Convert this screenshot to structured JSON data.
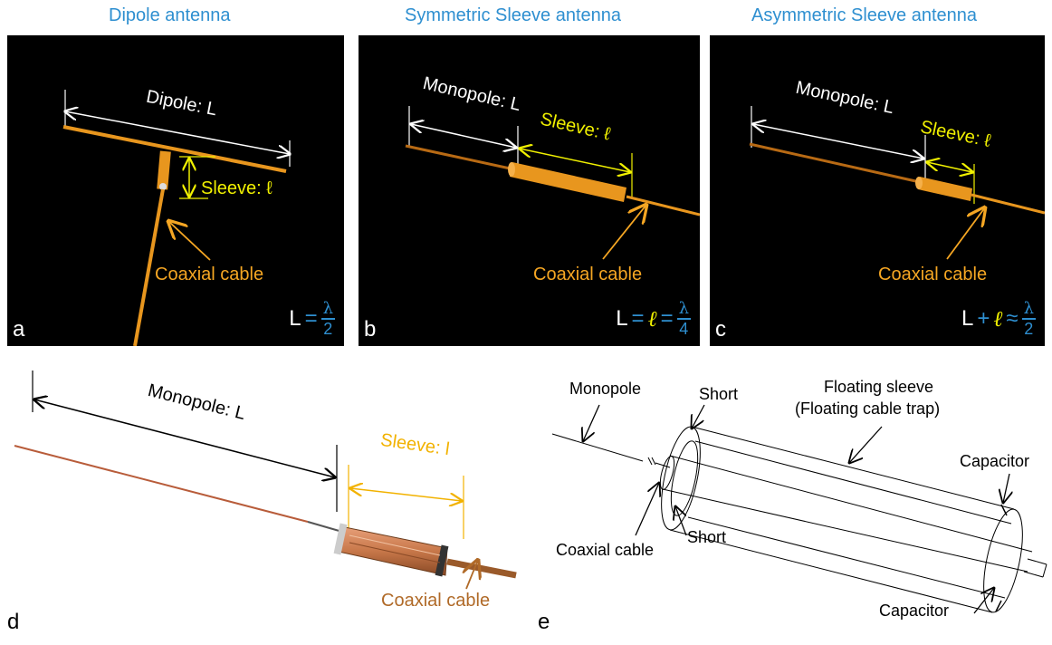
{
  "panels": {
    "a": {
      "title": "Dipole antenna",
      "letter": "a",
      "length_label": "Dipole: L",
      "sleeve_label": "Sleeve: ℓ",
      "cable_label": "Coaxial cable",
      "formula": {
        "lhs": "L",
        "op1": "=",
        "num": "λ",
        "den": "2"
      }
    },
    "b": {
      "title": "Symmetric Sleeve antenna",
      "letter": "b",
      "length_label": "Monopole: L",
      "sleeve_label": "Sleeve: ℓ",
      "cable_label": "Coaxial cable",
      "formula": {
        "lhs": "L",
        "op1": "=",
        "mid": "ℓ",
        "op2": "=",
        "num": "λ",
        "den": "4"
      }
    },
    "c": {
      "title": "Asymmetric Sleeve antenna",
      "letter": "c",
      "length_label": "Monopole: L",
      "sleeve_label": "Sleeve: ℓ",
      "cable_label": "Coaxial cable",
      "formula": {
        "lhs": "L",
        "op1": "+",
        "mid": "ℓ",
        "op2": "≈",
        "num": "λ",
        "den": "2"
      }
    },
    "d": {
      "letter": "d",
      "length_label": "Monopole: L",
      "sleeve_label": "Sleeve: l",
      "cable_label": "Coaxial cable"
    },
    "e": {
      "letter": "e",
      "monopole_label": "Monopole",
      "short_top_label": "Short",
      "short_bottom_label": "Short",
      "coax_label": "Coaxial cable",
      "sleeve_label_line1": "Floating sleeve",
      "sleeve_label_line2": "(Floating cable trap)",
      "capacitor_top_label": "Capacitor",
      "capacitor_bottom_label": "Capacitor"
    }
  },
  "colors": {
    "title_blue": "#2e8fd0",
    "antenna_orange": "#e8961e",
    "sleeve_yellow": "#f0f000",
    "copper": "#c8784a",
    "cable_brown": "#b06a28",
    "dim_gold": "#f2b200"
  }
}
